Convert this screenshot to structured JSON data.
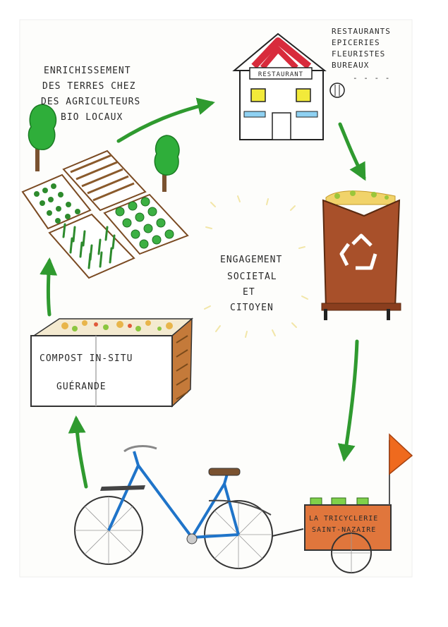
{
  "labels": {
    "farm": [
      "ENRICHISSEMENT",
      "DES TERRES CHEZ",
      "DES AGRICULTEURS",
      "BIO LOCAUX"
    ],
    "clients": [
      "RESTAURANTS",
      "EPICERIES",
      "FLEURISTES",
      "BUREAUX",
      "- - - -"
    ],
    "restaurant_sign": "RESTAURANT",
    "center": [
      "ENGAGEMENT",
      "SOCIETAL",
      "ET",
      "CITOYEN"
    ],
    "compost_line1": "COMPOST  IN-SITU",
    "compost_line2": "GUÉRANDE",
    "tricycle": [
      "LA TRICYCLERIE",
      "SAINT-NAZAIRE"
    ]
  },
  "icons": [
    "tree-icon",
    "restaurant-building-icon",
    "recycle-icon",
    "bicycle-icon",
    "cargo-tricycle-icon",
    "flag-icon"
  ],
  "colors": {
    "arrow": "#2f9a2f",
    "bin": "#a8502a",
    "roof": "#d82b3c",
    "bike": "#1f74c9",
    "cart": "#e0763c",
    "flag": "#ef6a1e",
    "window": "#f2ea3a"
  }
}
